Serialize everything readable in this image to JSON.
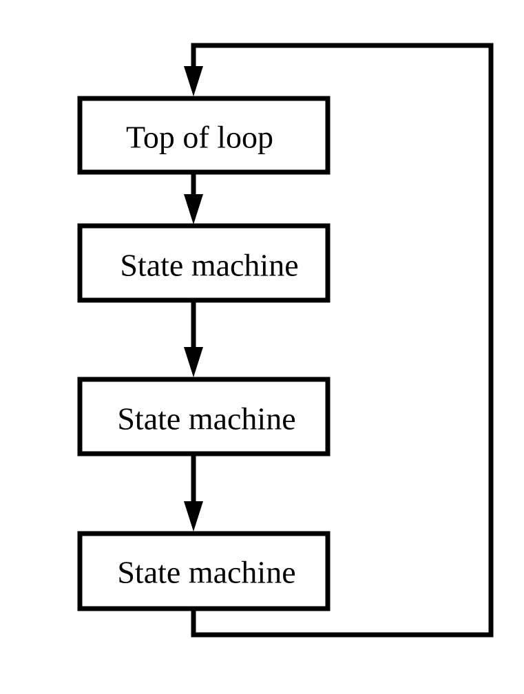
{
  "diagram": {
    "nodes": [
      {
        "id": "top-of-loop",
        "label": "Top of loop"
      },
      {
        "id": "state-machine-1",
        "label": "State machine"
      },
      {
        "id": "state-machine-2",
        "label": "State machine"
      },
      {
        "id": "state-machine-3",
        "label": "State machine"
      }
    ],
    "edges": [
      {
        "from": "top-of-loop",
        "to": "state-machine-1"
      },
      {
        "from": "state-machine-1",
        "to": "state-machine-2"
      },
      {
        "from": "state-machine-2",
        "to": "state-machine-3"
      },
      {
        "from": "state-machine-3",
        "to": "top-of-loop"
      }
    ],
    "colors": {
      "stroke": "#000000",
      "background": "#ffffff"
    }
  }
}
